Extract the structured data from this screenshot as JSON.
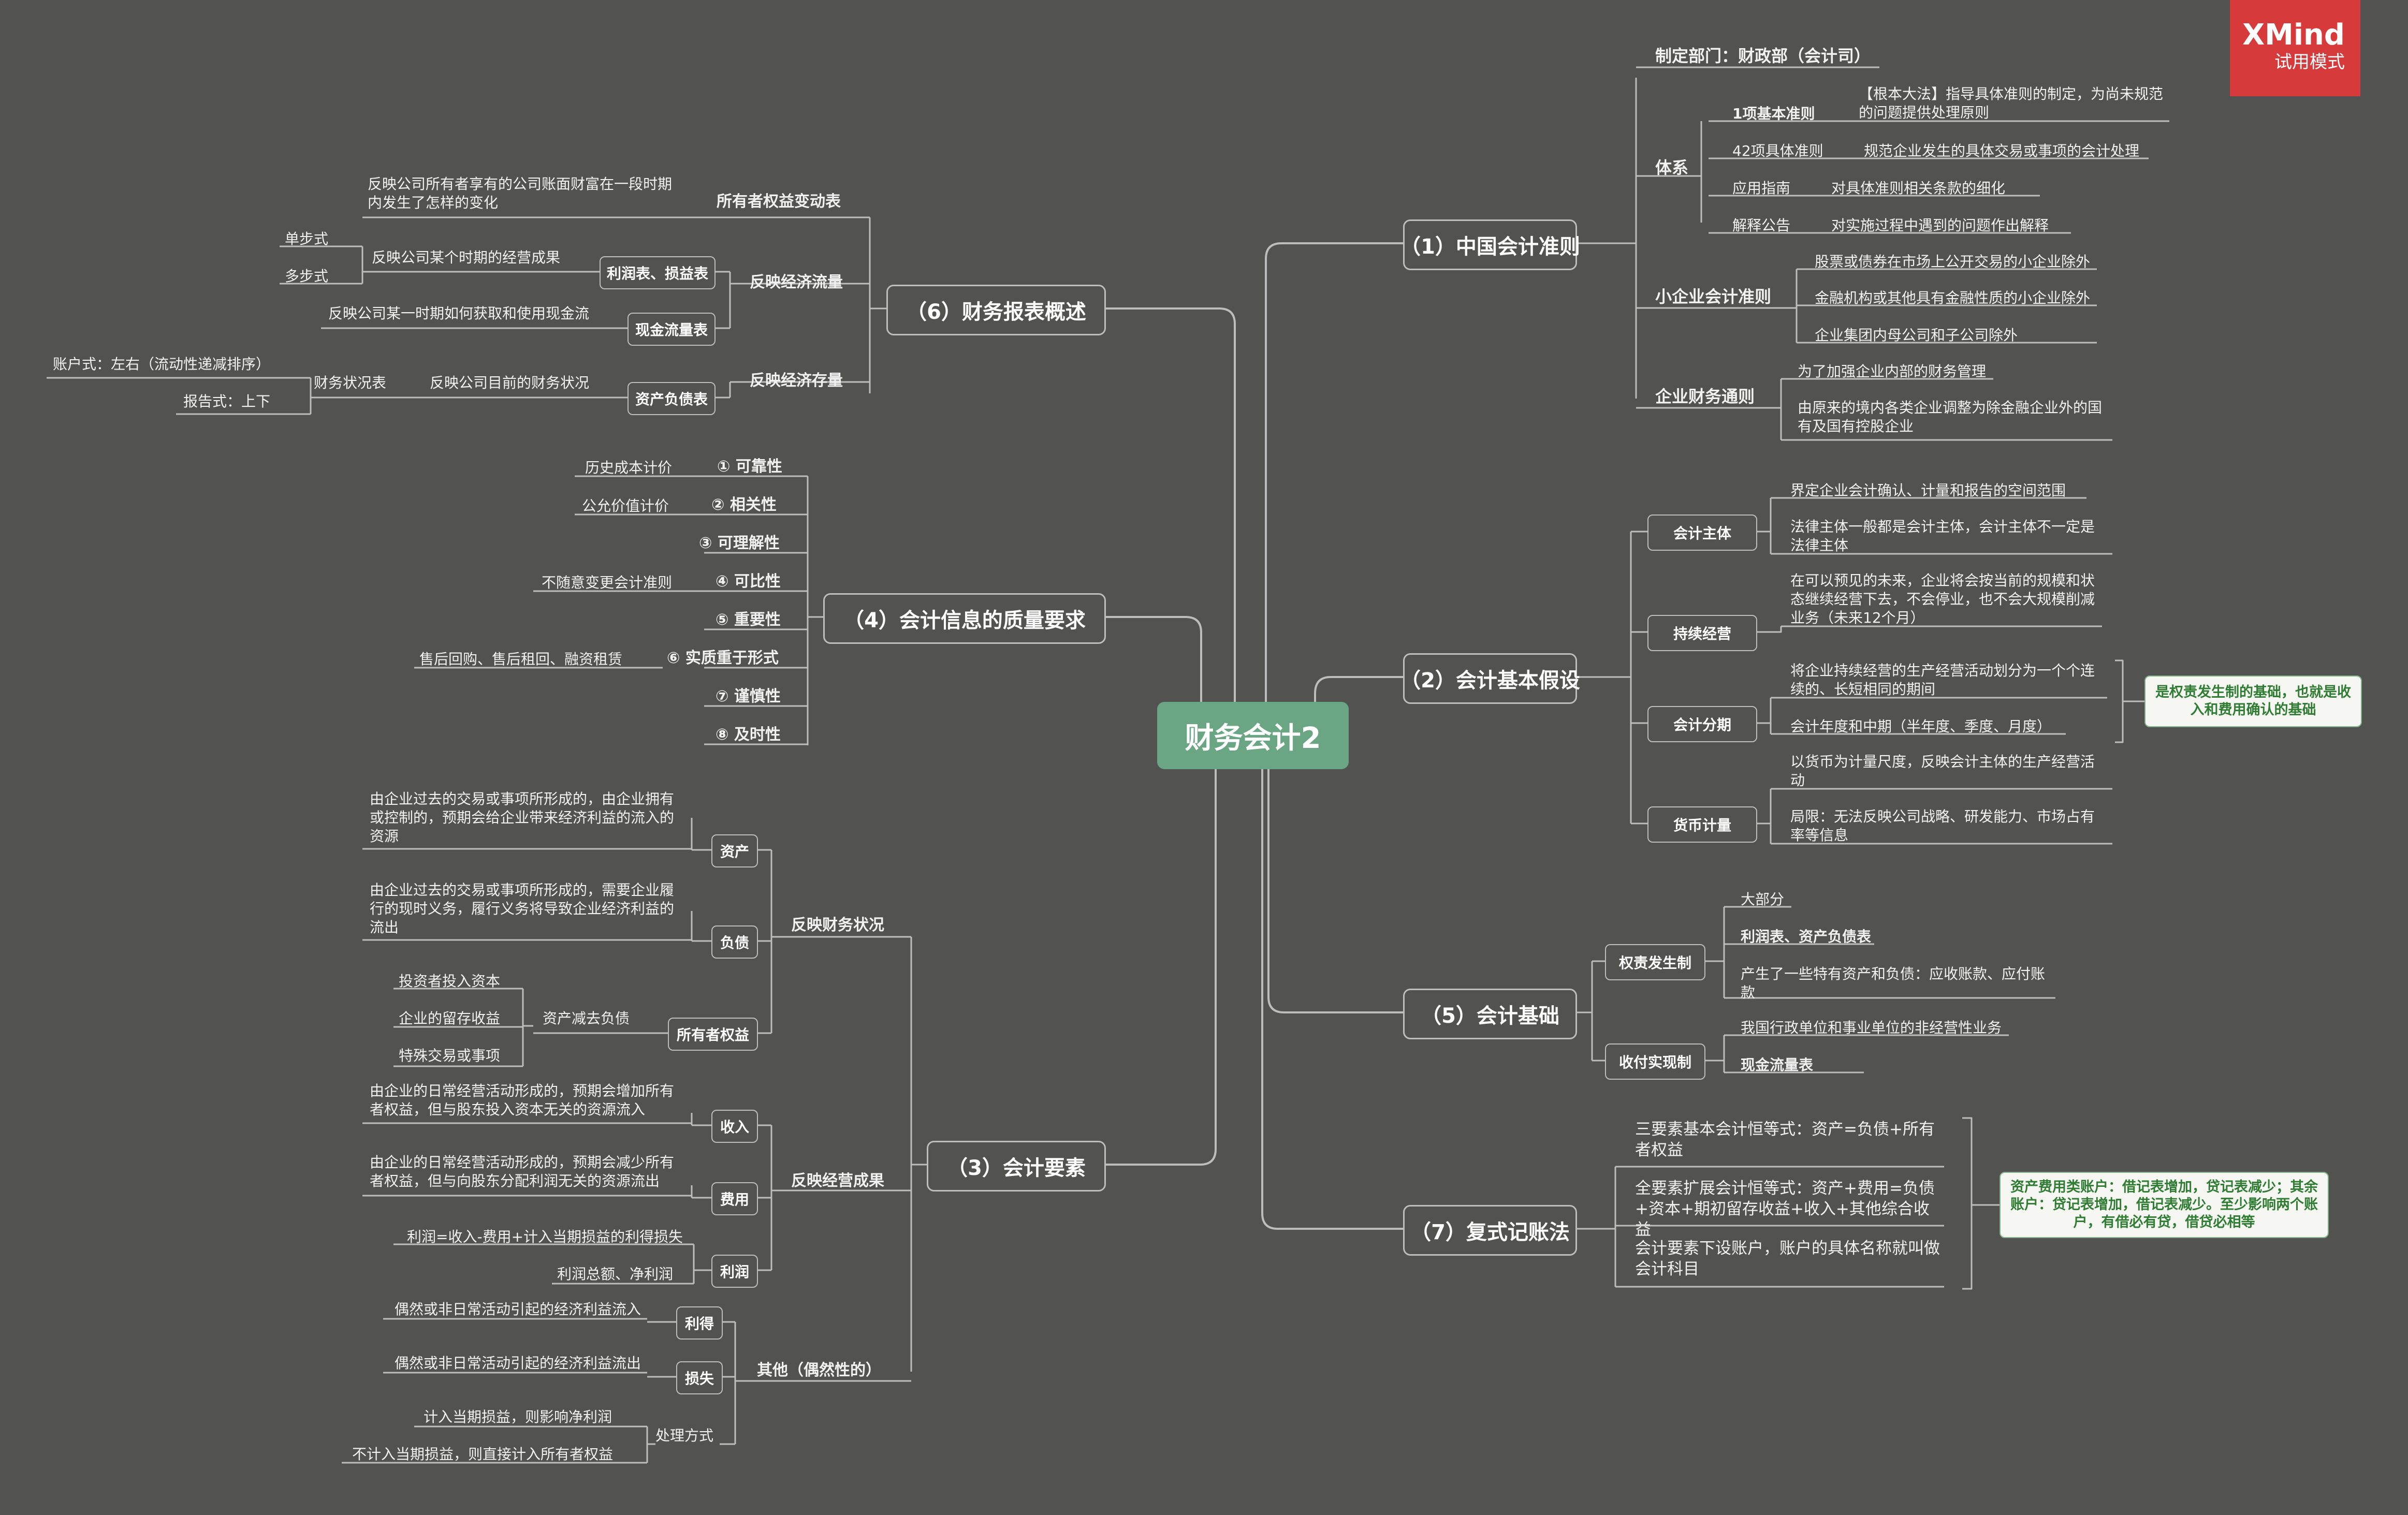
{
  "brand": {
    "name": "XMind",
    "mode": "试用模式"
  },
  "root": "财务会计2",
  "b1": {
    "title": "（1）中国会计准则",
    "dept": "制定部门：财政部（会计司）",
    "tixi": "体系",
    "basic": "1项基本准则",
    "basic_desc": "【根本大法】指导具体准则的制定，为尚未规范的问题提供处理原则",
    "specific": "42项具体准则",
    "specific_desc": "规范企业发生的具体交易或事项的会计处理",
    "guide": "应用指南",
    "guide_desc": "对具体准则相关条款的细化",
    "interp": "解释公告",
    "interp_desc": "对实施过程中遇到的问题作出解释",
    "small": "小企业会计准则",
    "small_1": "股票或债券在市场上公开交易的小企业除外",
    "small_2": "金融机构或其他具有金融性质的小企业除外",
    "small_3": "企业集团内母公司和子公司除外",
    "fin": "企业财务通则",
    "fin_1": "为了加强企业内部的财务管理",
    "fin_2": "由原来的境内各类企业调整为除金融企业外的国有及国有控股企业"
  },
  "b2": {
    "title": "（2）会计基本假设",
    "entity": "会计主体",
    "entity_1": "界定企业会计确认、计量和报告的空间范围",
    "entity_2": "法律主体一般都是会计主体，会计主体不一定是法律主体",
    "going": "持续经营",
    "going_1": "在可以预见的未来，企业将会按当前的规模和状态继续经营下去，不会停业，也不会大规模削减业务（未来12个月）",
    "period": "会计分期",
    "period_1": "将企业持续经营的生产经营活动划分为一个个连续的、长短相同的期间",
    "period_2": "会计年度和中期（半年度、季度、月度）",
    "money": "货币计量",
    "money_1": "以货币为计量尺度，反映会计主体的生产经营活动",
    "money_2": "局限：无法反映公司战略、研发能力、市场占有率等信息",
    "note": "是权责发生制的基础，也就是收入和费用确认的基础"
  },
  "b5": {
    "title": "（5）会计基础",
    "accrual": "权责发生制",
    "accrual_1": "大部分",
    "accrual_2": "利润表、资产负债表",
    "accrual_3": "产生了一些特有资产和负债：应收账款、应付账款",
    "cash": "收付实现制",
    "cash_1": "我国行政单位和事业单位的非经营性业务",
    "cash_2": "现金流量表"
  },
  "b7": {
    "title": "（7）复式记账法",
    "item_1": "三要素基本会计恒等式：资产=负债+所有者权益",
    "item_2": "全要素扩展会计恒等式：资产+费用=负债+资本+期初留存收益+收入+其他综合收益",
    "item_3": "会计要素下设账户，账户的具体名称就叫做会计科目",
    "note": "资产费用类账户：借记表增加，贷记表减少；其余账户：贷记表增加，借记表减少。至少影响两个账户，有借必有贷，借贷必相等"
  },
  "b6": {
    "title": "（6）财务报表概述",
    "equity_stmt": "所有者权益变动表",
    "equity_desc": "反映公司所有者享有的公司账面财富在一段时期内发生了怎样的变化",
    "flow": "反映经济流量",
    "income": "利润表、损益表",
    "income_desc": "反映公司某个时期的经营成果",
    "single": "单步式",
    "multi": "多步式",
    "cashflow": "现金流量表",
    "cashflow_desc": "反映公司某一时期如何获取和使用现金流",
    "stock": "反映经济存量",
    "bs": "资产负债表",
    "bs_desc": "反映公司目前的财务状况",
    "bs_alias": "财务状况表",
    "acct_form": "账户式：左右（流动性递减排序）",
    "report_form": "报告式：上下"
  },
  "b4": {
    "title": "（4）会计信息的质量要求",
    "q1": "① 可靠性",
    "q1_desc": "历史成本计价",
    "q2": "② 相关性",
    "q2_desc": "公允价值计价",
    "q3": "③ 可理解性",
    "q4": "④ 可比性",
    "q4_desc": "不随意变更会计准则",
    "q5": "⑤ 重要性",
    "q6": "⑥ 实质重于形式",
    "q6_desc": "售后回购、售后租回、融资租赁",
    "q7": "⑦ 谨慎性",
    "q8": "⑧ 及时性"
  },
  "b3": {
    "title": "（3）会计要素",
    "position": "反映财务状况",
    "asset": "资产",
    "asset_desc": "由企业过去的交易或事项所形成的，由企业拥有或控制的，预期会给企业带来经济利益的流入的资源",
    "liab": "负债",
    "liab_desc": "由企业过去的交易或事项所形成的，需要企业履行的现时义务，履行义务将导致企业经济利益的流出",
    "equity": "所有者权益",
    "equity_desc": "资产减去负债",
    "eq_1": "投资者投入资本",
    "eq_2": "企业的留存收益",
    "eq_3": "特殊交易或事项",
    "perf": "反映经营成果",
    "rev": "收入",
    "rev_desc": "由企业的日常经营活动形成的，预期会增加所有者权益，但与股东投入资本无关的资源流入",
    "exp": "费用",
    "exp_desc": "由企业的日常经营活动形成的，预期会减少所有者权益，但与向股东分配利润无关的资源流出",
    "profit": "利润",
    "profit_1": "利润=收入-费用+计入当期损益的利得损失",
    "profit_2": "利润总额、净利润",
    "other": "其他（偶然性的）",
    "gain": "利得",
    "gain_desc": "偶然或非日常活动引起的经济利益流入",
    "loss": "损失",
    "loss_desc": "偶然或非日常活动引起的经济利益流出",
    "treat": "处理方式",
    "treat_1": "计入当期损益，则影响净利润",
    "treat_2": "不计入当期损益，则直接计入所有者权益"
  }
}
